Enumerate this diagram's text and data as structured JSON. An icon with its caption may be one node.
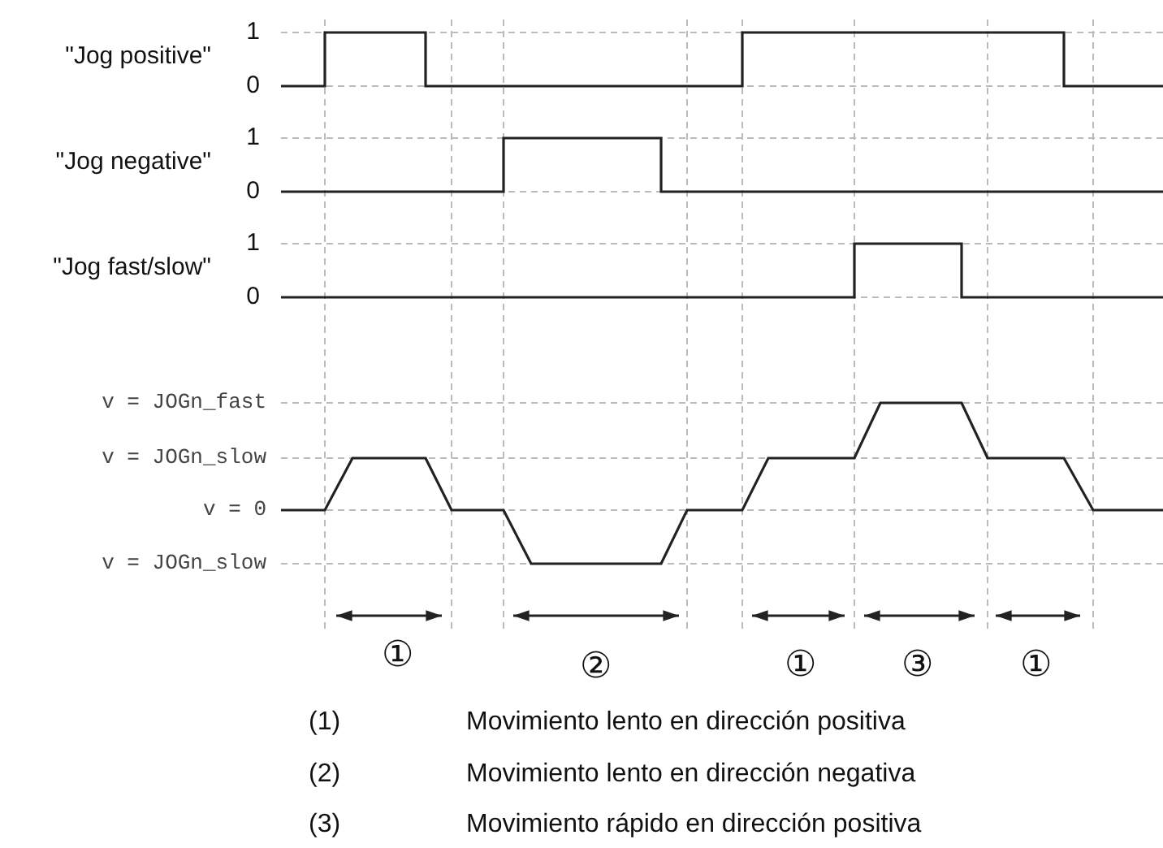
{
  "diagram": {
    "labels": [
      "\"Jog positive\"",
      "1",
      "0",
      "\"Jog negative\"",
      "1",
      "0",
      "\"Jog fast/slow\"",
      "1",
      "0",
      "v = JOGn_fast",
      "v = JOGn_slow",
      "v = 0",
      "v = JOGn_slow",
      "①",
      "②",
      "①",
      "③",
      "①",
      "(1)",
      "Movimiento lento en dirección positiva",
      "(2)",
      "Movimiento lento en dirección negativa",
      "(3)",
      "Movimiento rápido en dirección positiva"
    ]
  }
}
